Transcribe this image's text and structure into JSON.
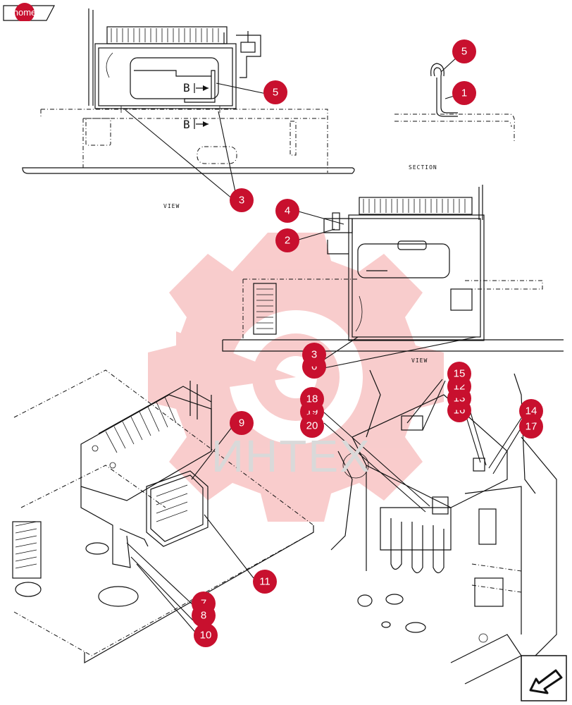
{
  "nav": {
    "home_label": "home"
  },
  "labels": {
    "view_top": "VIEW",
    "view_mid": "VIEW",
    "section": "SECTION",
    "section_marker_1": "B",
    "section_marker_2": "B"
  },
  "watermark": {
    "text": "ИНТЕХ"
  },
  "callouts": [
    "5",
    "5",
    "1",
    "3",
    "4",
    "2",
    "3",
    "6",
    "15",
    "12",
    "13",
    "16",
    "14",
    "17",
    "18",
    "19",
    "20",
    "9",
    "11",
    "7",
    "8",
    "10"
  ],
  "colors": {
    "callout": "#c8102e",
    "watermark": "#f4a3a3",
    "line": "#111111"
  }
}
